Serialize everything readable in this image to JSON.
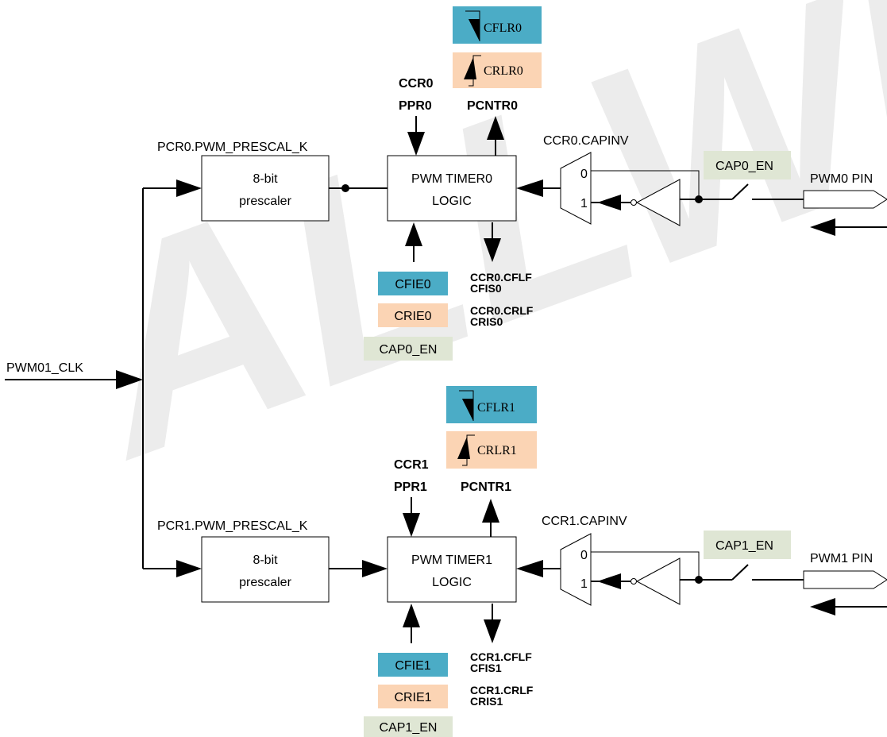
{
  "watermark": {
    "text": "ALLWINNER",
    "color": "#e9e9e9"
  },
  "colors": {
    "blue": "#4bacc6",
    "peach": "#fbd4b4",
    "green": "#dfe6d4"
  },
  "clock_input": "PWM01_CLK",
  "channels": [
    {
      "prescal_label": "PCR0.PWM_PRESCAL_K",
      "prescaler_line1": "8-bit",
      "prescaler_line2": "prescaler",
      "timer_line1": "PWM TIMER0",
      "timer_line2": "LOGIC",
      "ccr": "CCR0",
      "ppr": "PPR0",
      "pcntr": "PCNTR0",
      "cflr": "CFLR0",
      "crlr": "CRLR0",
      "capinv": "CCR0.CAPINV",
      "mux_in0": "0",
      "mux_in1": "1",
      "cap_en_switch": "CAP0_EN",
      "pin": "PWM0 PIN",
      "cfie": "CFIE0",
      "crie": "CRIE0",
      "cap_en_bottom": "CAP0_EN",
      "cflf": "CCR0.CFLF",
      "cfis": "CFIS0",
      "crlf": "CCR0.CRLF",
      "cris": "CRIS0"
    },
    {
      "prescal_label": "PCR1.PWM_PRESCAL_K",
      "prescaler_line1": "8-bit",
      "prescaler_line2": "prescaler",
      "timer_line1": "PWM TIMER1",
      "timer_line2": "LOGIC",
      "ccr": "CCR1",
      "ppr": "PPR1",
      "pcntr": "PCNTR1",
      "cflr": "CFLR1",
      "crlr": "CRLR1",
      "capinv": "CCR1.CAPINV",
      "mux_in0": "0",
      "mux_in1": "1",
      "cap_en_switch": "CAP1_EN",
      "pin": "PWM1 PIN",
      "cfie": "CFIE1",
      "crie": "CRIE1",
      "cap_en_bottom": "CAP1_EN",
      "cflf": "CCR1.CFLF",
      "cfis": "CFIS1",
      "crlf": "CCR1.CRLF",
      "cris": "CRIS1"
    }
  ]
}
